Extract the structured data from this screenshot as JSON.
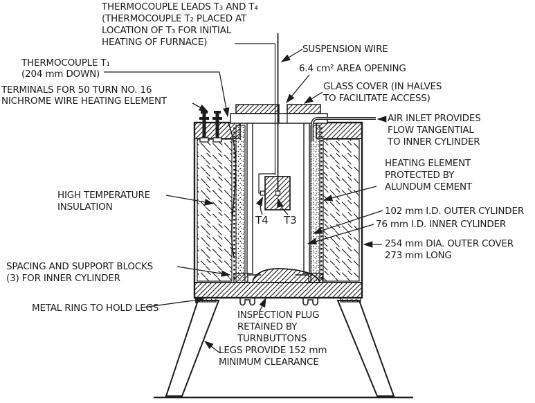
{
  "labels": {
    "thermocouple_leads": "THERMOCOUPLE LEADS T₃ AND T₄\n(THERMOCOUPLE T₂ PLACED AT\nLOCATION OF T₃ FOR INITIAL\nHEATING OF FURNACE)",
    "thermocouple_t1": "THERMOCOUPLE T₁\n(204 mm DOWN)",
    "terminals": "TERMINALS FOR 50 TURN NO. 16\nNICHROME WIRE HEATING ELEMENT",
    "suspension_wire": "SUSPENSION WIRE",
    "area_opening": "6.4 cm² AREA OPENING",
    "glass_cover": "GLASS COVER (IN HALVES\nTO FACILITATE ACCESS)",
    "air_inlet": "AIR INLET PROVIDES\nFLOW TANGENTIAL\nTO INNER CYLINDER",
    "heating_element": "HEATING ELEMENT\nPROTECTED BY\nALUNDUM CEMENT",
    "outer_cylinder": "102 mm I.D. OUTER CYLINDER",
    "inner_cylinder": "76 mm I.D. INNER CYLINDER",
    "outer_cover": "254 mm DIA. OUTER COVER\n273 mm LONG",
    "high_temp_insulation": "HIGH TEMPERATURE\nINSULATION",
    "spacing_blocks": "SPACING AND SUPPORT BLOCKS\n(3) FOR INNER CYLINDER",
    "metal_ring": "METAL RING TO HOLD LEGS",
    "inspection_plug": "INSPECTION PLUG\nRETAINED BY\nTURNBUTTONS",
    "legs": "LEGS PROVIDE 152 mm\nMINIMUM CLEARANCE",
    "t4": "T4",
    "t3": "T3"
  },
  "colors": {
    "line": "#1c1c1c",
    "background": "#ffffff"
  }
}
